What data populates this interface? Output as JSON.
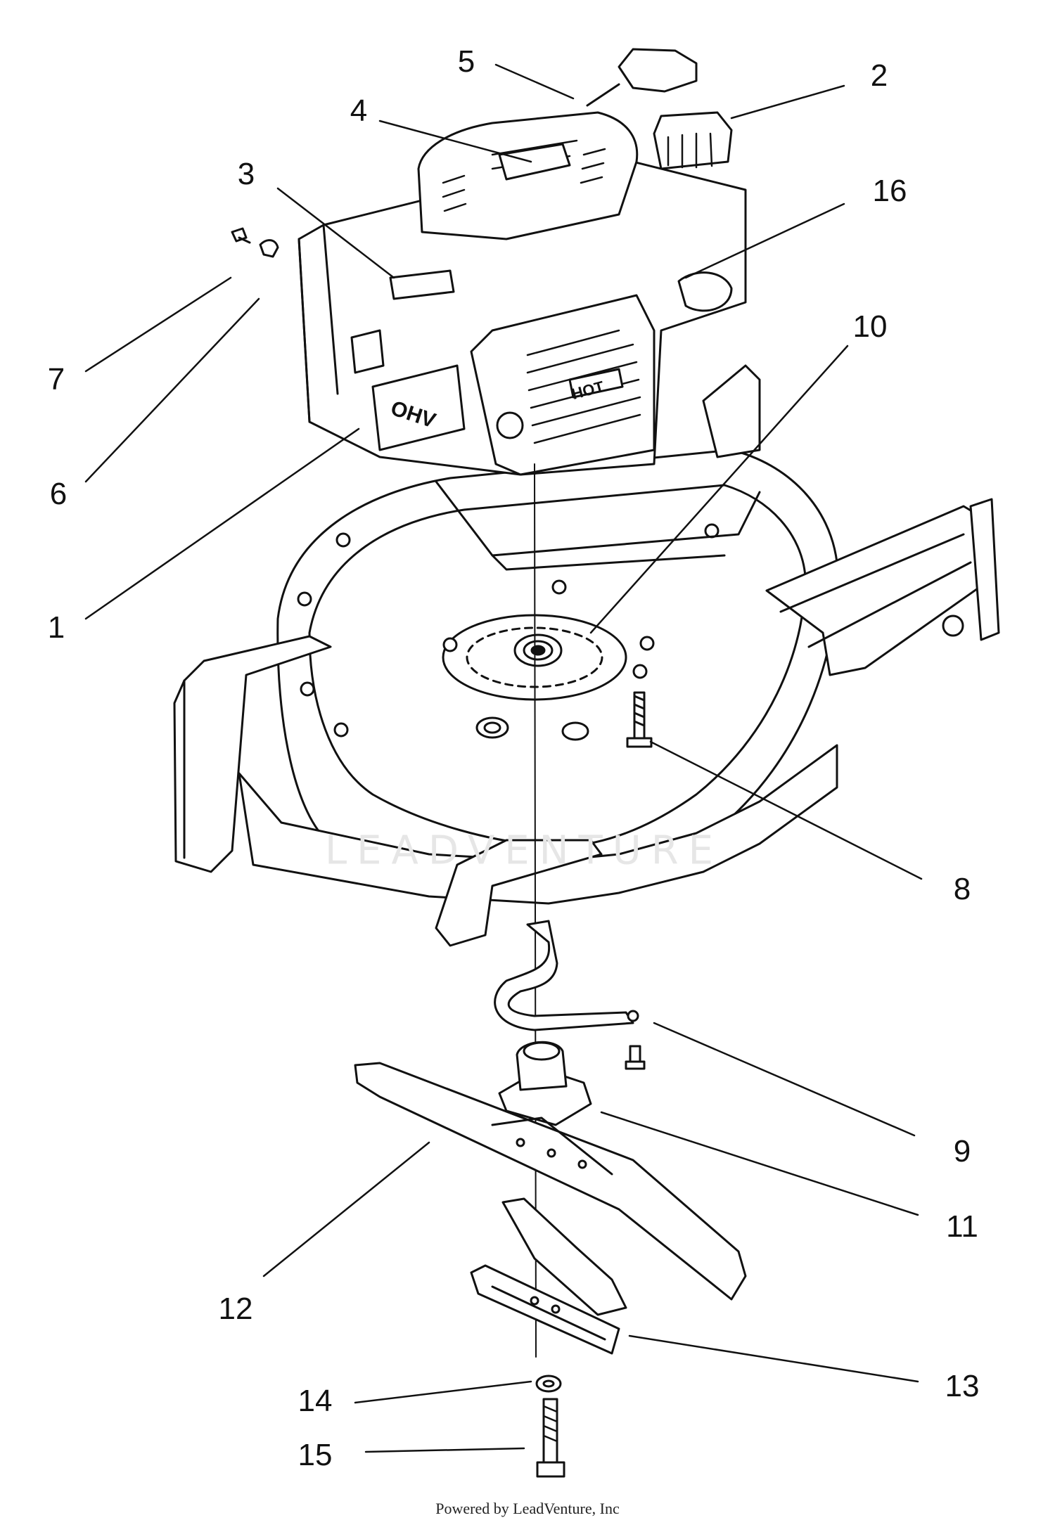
{
  "diagram": {
    "callouts": [
      {
        "id": "c1",
        "label": "1"
      },
      {
        "id": "c2",
        "label": "2"
      },
      {
        "id": "c3",
        "label": "3"
      },
      {
        "id": "c4",
        "label": "4"
      },
      {
        "id": "c5",
        "label": "5"
      },
      {
        "id": "c6",
        "label": "6"
      },
      {
        "id": "c7",
        "label": "7"
      },
      {
        "id": "c8",
        "label": "8"
      },
      {
        "id": "c9",
        "label": "9"
      },
      {
        "id": "c10",
        "label": "10"
      },
      {
        "id": "c11",
        "label": "11"
      },
      {
        "id": "c12",
        "label": "12"
      },
      {
        "id": "c13",
        "label": "13"
      },
      {
        "id": "c14",
        "label": "14"
      },
      {
        "id": "c15",
        "label": "15"
      },
      {
        "id": "c16",
        "label": "16"
      }
    ],
    "engine_labels": {
      "ohv": "OHV",
      "hot": "HOT"
    },
    "footer": "Powered by LeadVenture, Inc",
    "watermark": "LEADVENTURE"
  }
}
